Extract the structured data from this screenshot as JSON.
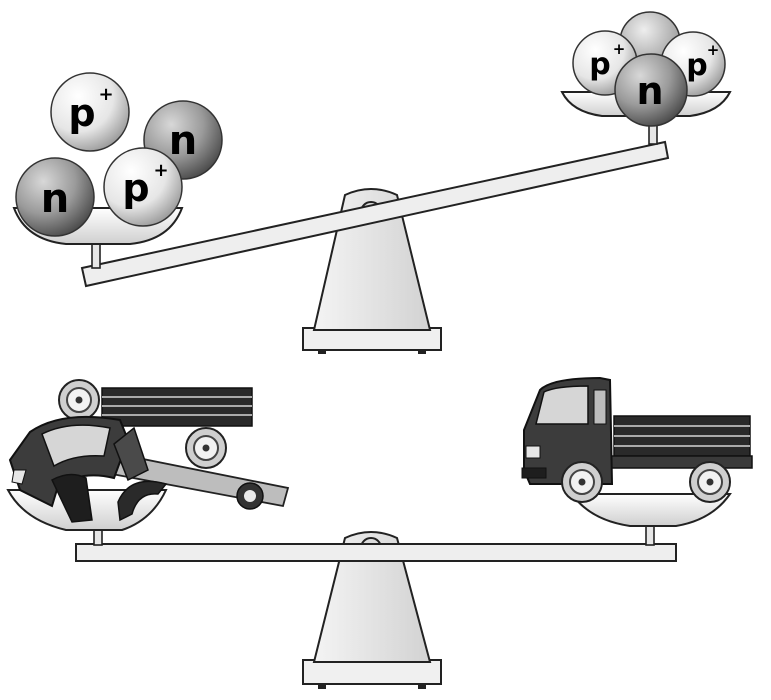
{
  "colors": {
    "proton_fill": "#f2f2f2",
    "neutron_fill": "#9a9a9a",
    "frame": "#222222",
    "metal": "#e6e6e6",
    "vehicle_dark": "#3c3c3c",
    "background": "#ffffff"
  },
  "labels": {
    "proton_letter": "p",
    "proton_charge": "+",
    "neutron_letter": "n"
  },
  "top_seesaw": {
    "left_pan": [
      "proton",
      "neutron",
      "neutron",
      "proton"
    ],
    "right_pan": [
      "proton",
      "neutron",
      "proton",
      "neutral-sphere"
    ],
    "tilt": "left-down"
  },
  "bottom_seesaw": {
    "left_pan": "wrecked-truck-icon",
    "right_pan": "intact-truck-icon",
    "tilt": "level"
  }
}
